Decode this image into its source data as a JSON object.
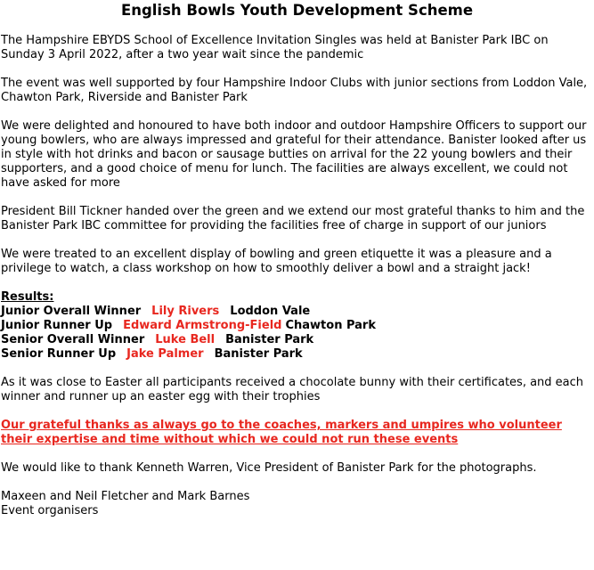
{
  "title": "English Bowls Youth Development Scheme",
  "paragraphs": {
    "p1": "The Hampshire EBYDS School of Excellence Invitation Singles was held at Banister Park IBC on Sunday 3 April 2022, after a two year wait since the pandemic",
    "p2": "The event was well supported by four Hampshire Indoor Clubs with junior sections from Loddon Vale, Chawton Park, Riverside and Banister Park",
    "p3": "We were delighted and honoured to have both indoor and outdoor Hampshire Officers to support our young bowlers, who are always impressed and grateful for their attendance. Banister looked after us in style with hot drinks and bacon or sausage butties on arrival for the 22 young bowlers and their supporters, and a good choice of menu for lunch. The facilities are always excellent, we could not have asked for more",
    "p4": "President Bill Tickner handed over the green and we extend our most grateful thanks to him and the Banister Park IBC committee for providing the facilities free of charge in support of our juniors",
    "p5": "We were treated to an excellent display of bowling and green etiquette it was a pleasure and a privilege to watch, a class workshop on how to smoothly deliver a bowl and a straight jack!"
  },
  "results": {
    "heading": "Results:",
    "rows": [
      {
        "category": "Junior Overall Winner",
        "name": "Lily Rivers",
        "club": "Loddon Vale"
      },
      {
        "category": "Junior Runner Up",
        "name": "Edward Armstrong-Field",
        "club": "Chawton Park"
      },
      {
        "category": "Senior Overall Winner",
        "name": "Luke Bell",
        "club": "Banister Park"
      },
      {
        "category": "Senior Runner Up",
        "name": "Jake Palmer",
        "club": "Banister Park"
      }
    ]
  },
  "after_results": {
    "p6": "As it was close to Easter all participants received a chocolate bunny with their certificates, and each winner and runner up an easter egg with their trophies",
    "thanks": "Our grateful thanks as always go to the coaches, markers and umpires who volunteer their expertise and time without which we could not run these events",
    "p7": "We would like to thank Kenneth Warren, Vice President of Banister Park for the photographs.",
    "organisers_names": "Maxeen and Neil Fletcher and Mark Barnes",
    "organisers_role": "Event organisers"
  },
  "colors": {
    "highlight": "#e8271f",
    "text": "#000000",
    "background": "#ffffff"
  }
}
